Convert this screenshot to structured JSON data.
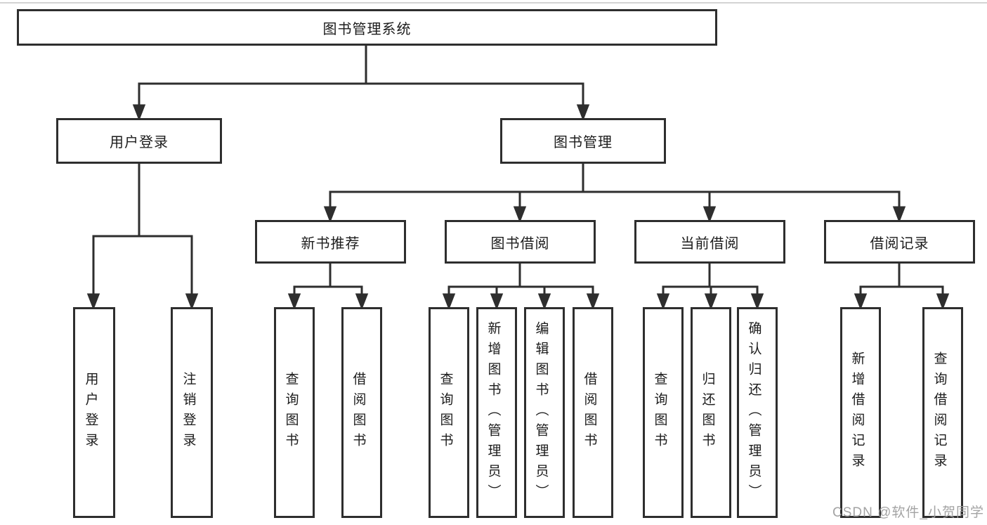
{
  "tree": {
    "root": "图书管理系统",
    "level2": [
      {
        "label": "用户登录",
        "children": [
          "用户登录",
          "注销登录"
        ]
      },
      {
        "label": "图书管理",
        "children": [
          {
            "label": "新书推荐",
            "children": [
              "查询图书",
              "借阅图书"
            ]
          },
          {
            "label": "图书借阅",
            "children": [
              "查询图书",
              "新增图书（管理员）",
              "编辑图书（管理员）",
              "借阅图书"
            ]
          },
          {
            "label": "当前借阅",
            "children": [
              "查询图书",
              "归还图书",
              "确认归还（管理员）"
            ]
          },
          {
            "label": "借阅记录",
            "children": [
              "新增借阅记录",
              "查询借阅记录"
            ]
          }
        ]
      }
    ]
  },
  "watermark": "CSDN @软件_小贺同学",
  "colors": {
    "line": "#2e2e2e",
    "box_border": "#2e2e2e",
    "text": "#1c1c1c",
    "watermark": "#9e9e9e",
    "background": "#ffffff"
  }
}
